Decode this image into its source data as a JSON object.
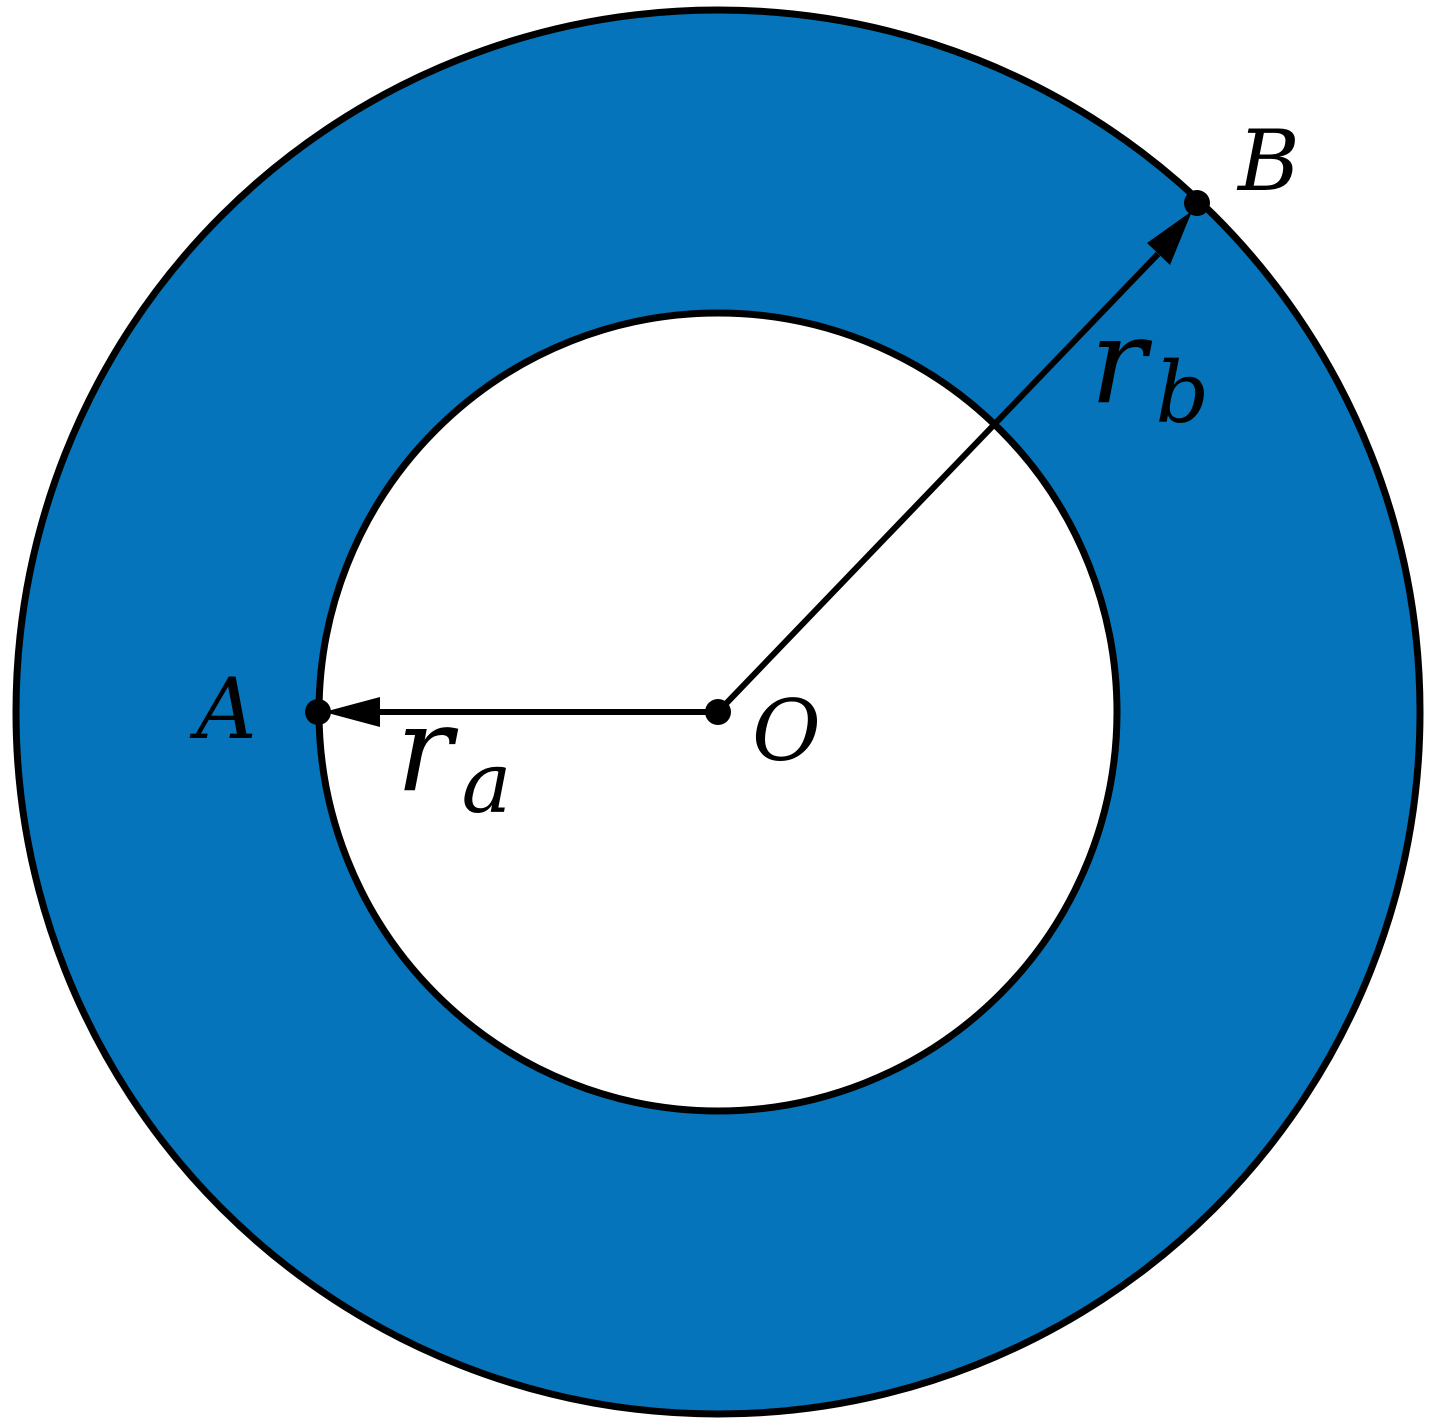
{
  "colors": {
    "ring_fill": "#0674BA",
    "inner_fill": "#FFFFFF",
    "stroke": "#000000"
  },
  "labels": {
    "point_a": "A",
    "point_b": "B",
    "point_o": "O",
    "radius_a_main": "r",
    "radius_a_sub": "a",
    "radius_b_main": "r",
    "radius_b_sub": "b"
  }
}
